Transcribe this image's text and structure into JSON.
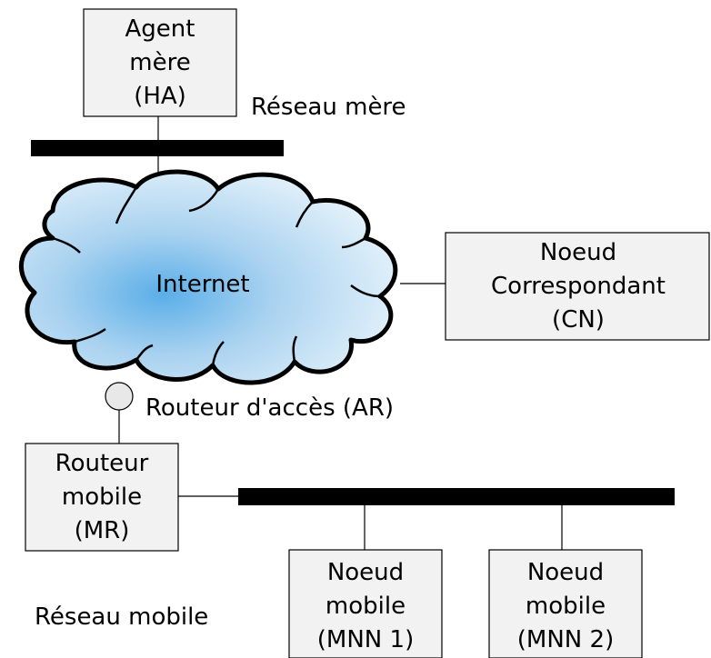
{
  "nodes": {
    "ha": {
      "lines": [
        "Agent",
        "mère",
        "(HA)"
      ]
    },
    "cn": {
      "lines": [
        "Noeud",
        "Correspondant",
        "(CN)"
      ]
    },
    "mr": {
      "lines": [
        "Routeur",
        "mobile",
        "(MR)"
      ]
    },
    "mnn1": {
      "lines": [
        "Noeud",
        "mobile",
        "(MNN 1)"
      ]
    },
    "mnn2": {
      "lines": [
        "Noeud",
        "mobile",
        "(MNN 2)"
      ]
    }
  },
  "labels": {
    "home_network": "Réseau mère",
    "internet": "Internet",
    "access_router": "Routeur d'accès (AR)",
    "mobile_network": "Réseau mobile"
  },
  "colors": {
    "box_fill": "#f2f2f2",
    "cloud_center": "#5aaee8",
    "cloud_edge": "#d8ecf8",
    "bus": "#000000"
  }
}
